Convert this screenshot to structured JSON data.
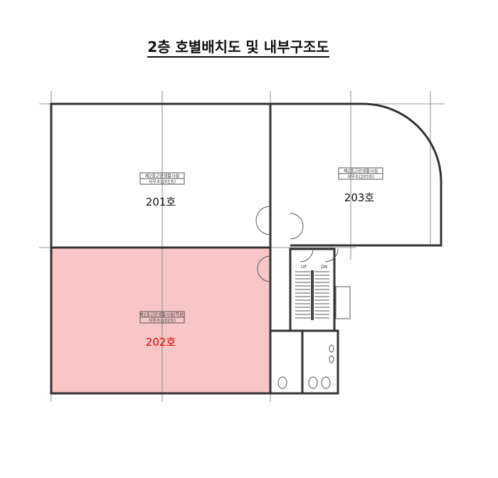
{
  "title": "2층 호별배치도 및 내부구조도",
  "rooms": [
    {
      "id": "201",
      "label": "201호",
      "use": "제2종근린생활시설",
      "sub": "사무소(201호)",
      "highlighted": false
    },
    {
      "id": "202",
      "label": "202호",
      "use": "제2종근린생활시설(학원)",
      "sub": "사무소(202호)",
      "highlighted": true
    },
    {
      "id": "203",
      "label": "203호",
      "use": "제2종근린생활시설",
      "sub": "사무소(203호)",
      "highlighted": false
    }
  ],
  "stairs": {
    "up": "UP",
    "down": "DN"
  },
  "colors": {
    "highlight_fill": "#f8c6c6",
    "highlight_text": "#e00000",
    "wall": "#333333"
  }
}
